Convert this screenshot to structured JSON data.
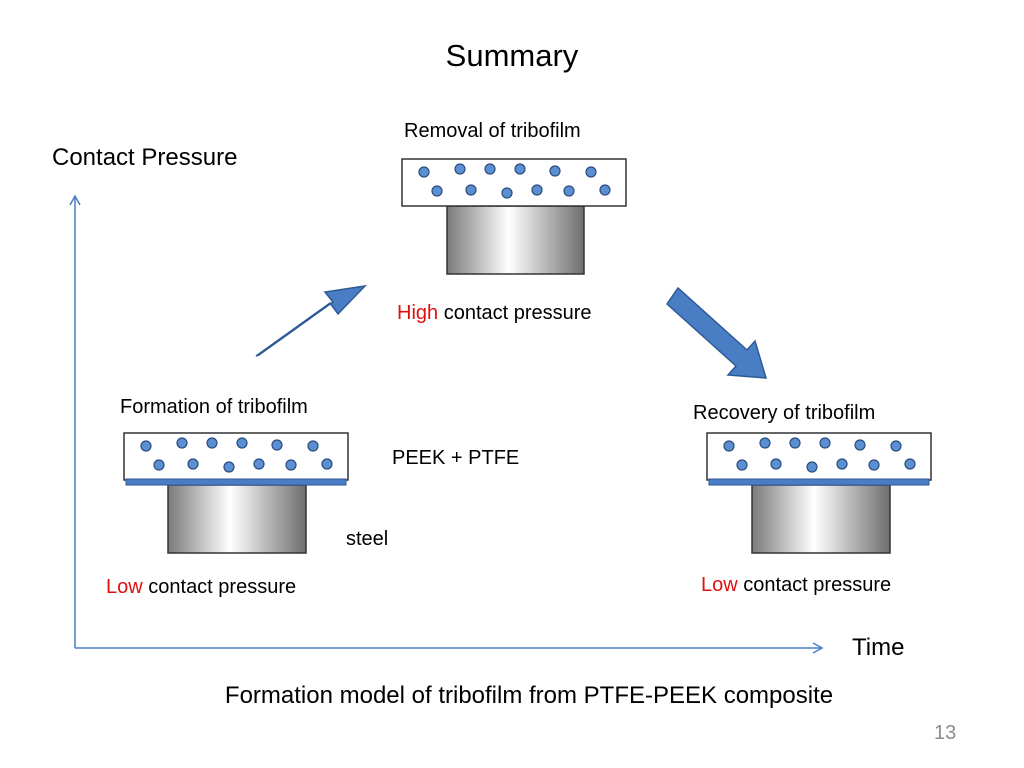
{
  "slide": {
    "title": "Summary",
    "page_number": "13",
    "caption": "Formation model of tribofilm from PTFE-PEEK composite"
  },
  "axes": {
    "y_label": "Contact Pressure",
    "x_label": "Time",
    "color": "#4a7ec4"
  },
  "stages": {
    "formation": {
      "title": "Formation of tribofilm",
      "pressure_level": "Low",
      "pressure_text": " contact pressure",
      "has_tribofilm": true
    },
    "removal": {
      "title": "Removal of tribofilm",
      "pressure_level": "High",
      "pressure_text": " contact pressure",
      "has_tribofilm": false
    },
    "recovery": {
      "title": "Recovery of tribofilm",
      "pressure_level": "Low",
      "pressure_text": " contact pressure",
      "has_tribofilm": true
    }
  },
  "materials": {
    "composite": "PEEK + PTFE",
    "counterface": "steel"
  },
  "colors": {
    "particle_fill": "#5b8fd1",
    "particle_stroke": "#2b4d80",
    "tribofilm": "#4a7ec4",
    "arrow_fill": "#4a7ec4",
    "arrow_stroke": "#2d5a96",
    "pressure_highlight": "#e01010"
  }
}
